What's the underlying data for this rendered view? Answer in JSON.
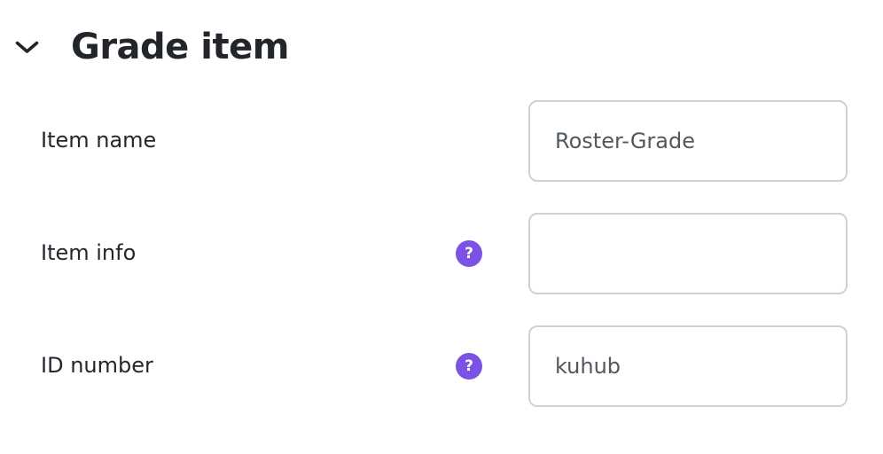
{
  "section": {
    "title": "Grade item"
  },
  "icons": {
    "chevron": "chevron-down-icon",
    "help_glyph": "?"
  },
  "colors": {
    "accent_purple": "#7b52e3",
    "heading_text": "#22262b",
    "input_text": "#51585f",
    "input_border": "#ccd2d9"
  },
  "fields": [
    {
      "id": "item-name",
      "label": "Item name",
      "value": "Roster-Grade",
      "has_help": false
    },
    {
      "id": "item-info",
      "label": "Item info",
      "value": "",
      "has_help": true
    },
    {
      "id": "id-number",
      "label": "ID number",
      "value": "kuhub",
      "has_help": true
    }
  ]
}
